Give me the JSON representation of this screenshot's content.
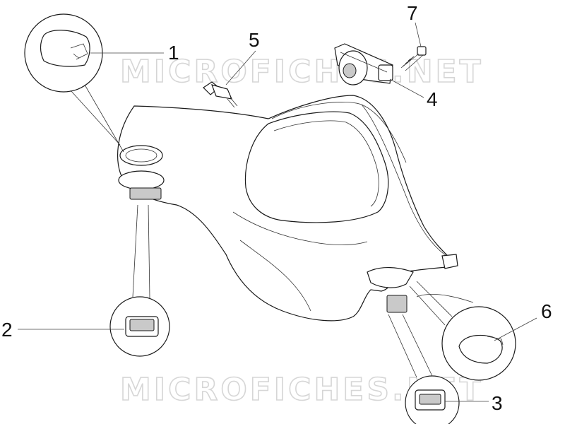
{
  "watermarks": [
    "MICROFICHES.NET",
    "MICROFICHES.NET"
  ],
  "callouts": [
    {
      "id": "1",
      "label": "1"
    },
    {
      "id": "2",
      "label": "2"
    },
    {
      "id": "3",
      "label": "3"
    },
    {
      "id": "4",
      "label": "4"
    },
    {
      "id": "5",
      "label": "5"
    },
    {
      "id": "6",
      "label": "6"
    },
    {
      "id": "7",
      "label": "7"
    }
  ]
}
